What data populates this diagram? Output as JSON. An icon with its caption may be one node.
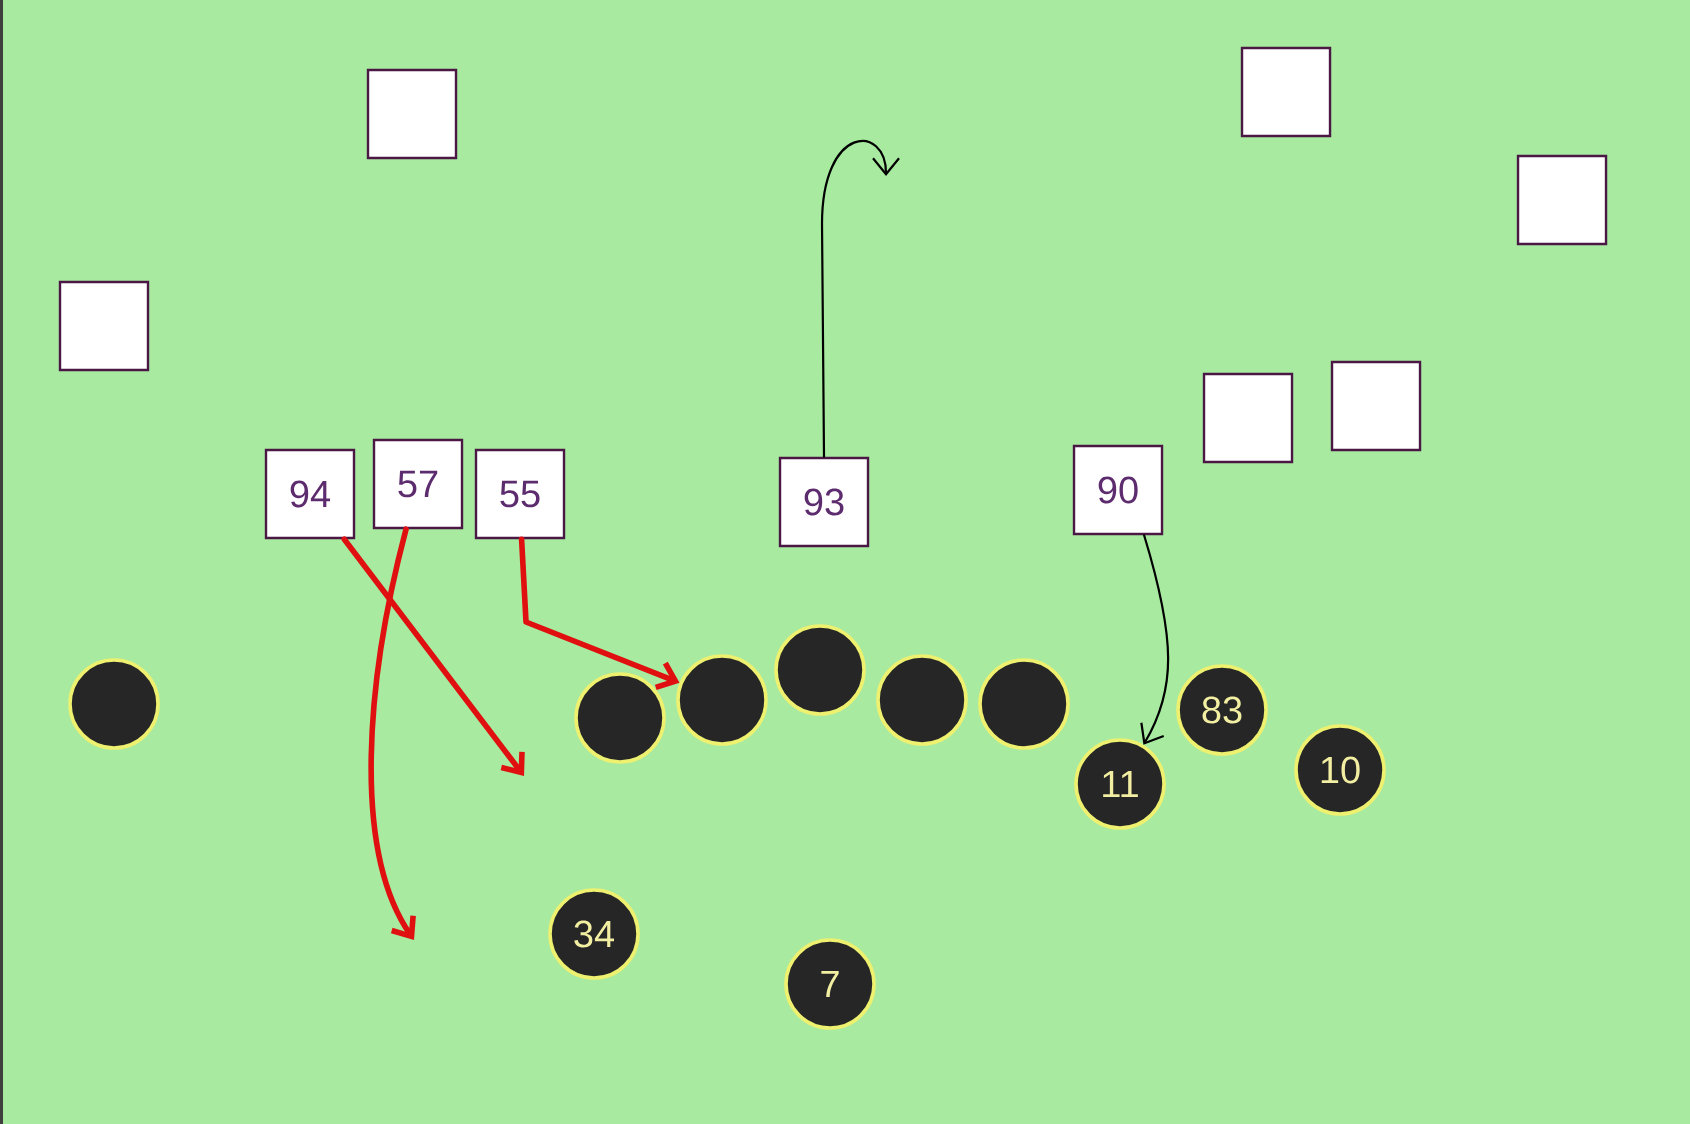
{
  "diagram": {
    "nodes": [
      {
        "text": [],
        "shape": "box"
      },
      {
        "text": [],
        "shape": "box"
      },
      {
        "text": [],
        "shape": "box"
      },
      {
        "text": [],
        "shape": "box"
      },
      {
        "text": [],
        "shape": "box"
      },
      {
        "text": [],
        "shape": "box"
      },
      {
        "text": [
          "94"
        ]
      },
      {
        "text": [
          "57"
        ]
      },
      {
        "text": [
          "55"
        ]
      },
      {
        "text": [
          "93"
        ]
      },
      {
        "text": [
          "90"
        ]
      },
      {
        "text": [],
        "shape": "circle"
      },
      {
        "text": [],
        "shape": "circle"
      },
      {
        "text": [],
        "shape": "circle"
      },
      {
        "text": [],
        "shape": "circle"
      },
      {
        "text": [],
        "shape": "circle"
      },
      {
        "text": [],
        "shape": "circle"
      },
      {
        "text": [
          "83"
        ]
      },
      {
        "text": [
          "10"
        ]
      },
      {
        "text": [
          "11"
        ]
      },
      {
        "text": [
          "34"
        ]
      },
      {
        "text": [
          "7"
        ]
      }
    ],
    "edges": [
      {
        "from": 6,
        "to": null,
        "arrow": "to"
      },
      {
        "from": 7,
        "to": null,
        "arrow": "to"
      },
      {
        "from": 8,
        "to": 13,
        "arrow": "to"
      },
      {
        "from": 9,
        "to": null,
        "arrow": "to",
        "color": "#000000"
      },
      {
        "from": 10,
        "to": 19,
        "arrow": "to",
        "color": "#000000"
      }
    ]
  }
}
